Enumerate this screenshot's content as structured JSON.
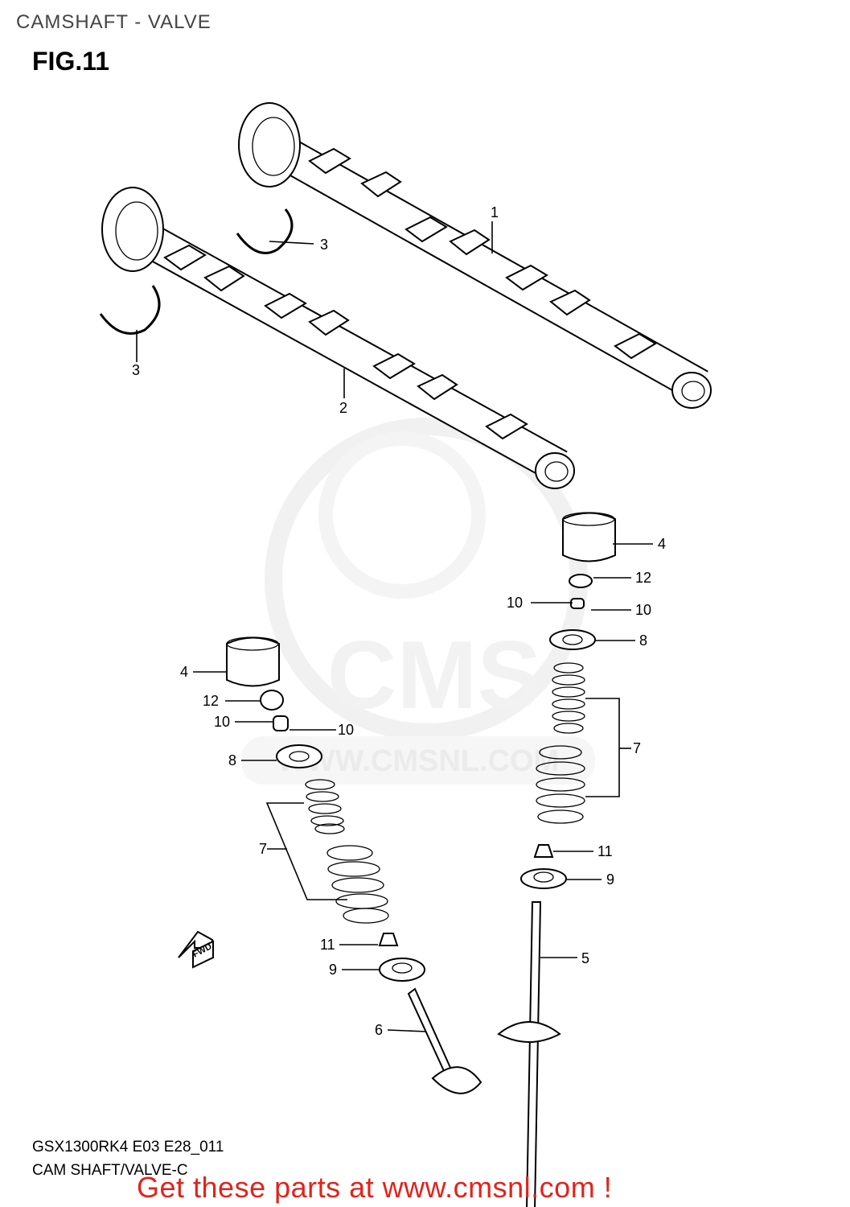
{
  "header": {
    "title": "CAMSHAFT - VALVE",
    "figure": "FIG.11"
  },
  "callouts": {
    "c1": "1",
    "c2": "2",
    "c3a": "3",
    "c3b": "3",
    "c4a": "4",
    "c4b": "4",
    "c12a": "12",
    "c12b": "12",
    "c10a": "10",
    "c10b": "10",
    "c10c": "10",
    "c10d": "10",
    "c8a": "8",
    "c8b": "8",
    "c7a": "7",
    "c7b": "7",
    "c11a": "11",
    "c11b": "11",
    "c9a": "9",
    "c9b": "9",
    "c5": "5",
    "c6": "6"
  },
  "arrow_label": "FWD",
  "watermark": "WWW.CMSNL.COM",
  "footer": {
    "model_code": "GSX1300RK4 E03 E28_011",
    "diagram_name": "CAM SHAFT/VALVE-C",
    "cta": "Get these parts at www.cmsnl.com !"
  },
  "colors": {
    "cta": "#e0241b",
    "watermark": "#e6e6e6"
  }
}
